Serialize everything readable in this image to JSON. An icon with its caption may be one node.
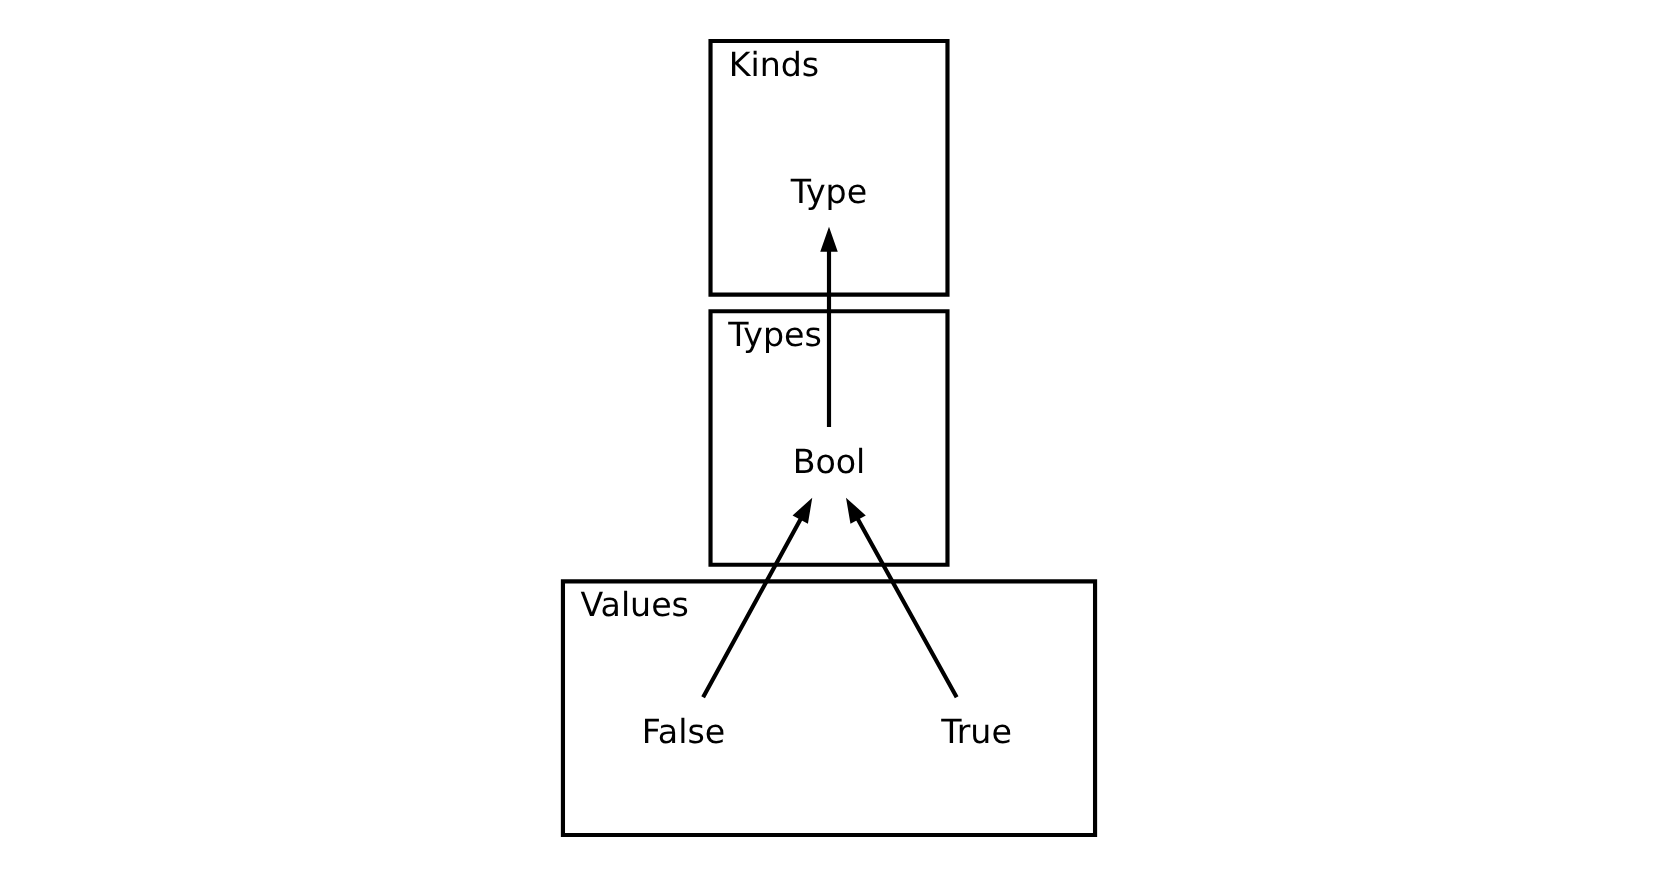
{
  "diagram": {
    "nodes": [
      {
        "text": [
          "Kinds"
        ]
      },
      {
        "text": [
          "Type"
        ],
        "in": 0
      },
      {
        "text": [
          "Types"
        ]
      },
      {
        "text": [
          "Bool"
        ],
        "in": 2
      },
      {
        "text": [
          "Values"
        ]
      },
      {
        "text": [
          "True"
        ],
        "in": 4
      },
      {
        "text": [
          "False"
        ],
        "in": 4
      }
    ],
    "edges": [
      {
        "from": 3,
        "to": 1,
        "arrow": "to"
      },
      {
        "from": 5,
        "to": 3,
        "arrow": "to"
      },
      {
        "from": 6,
        "to": 3,
        "arrow": "to"
      }
    ]
  }
}
